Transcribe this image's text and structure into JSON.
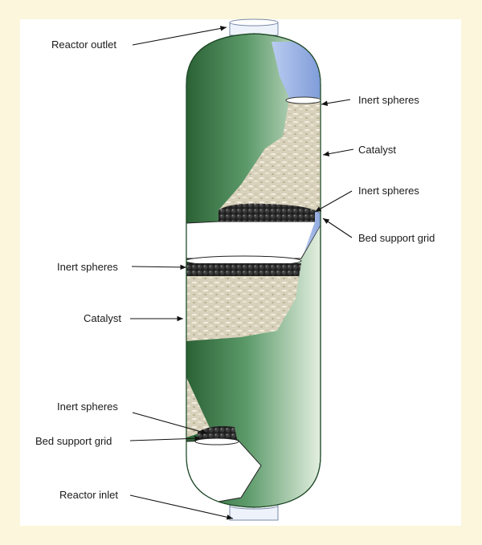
{
  "labels": {
    "reactor_outlet": "Reactor outlet",
    "inert_spheres_upper_top": "Inert spheres",
    "catalyst_upper": "Catalyst",
    "inert_spheres_upper_bottom": "Inert spheres",
    "bed_support_grid_upper": "Bed support grid",
    "inert_spheres_lower_top": "Inert spheres",
    "catalyst_lower": "Catalyst",
    "inert_spheres_lower_bottom": "Inert spheres",
    "bed_support_grid_lower": "Bed support grid",
    "reactor_inlet": "Reactor inlet"
  },
  "colors": {
    "background": "#fbf6dc",
    "panel": "#ffffff",
    "vessel_dark_green": "#2f6b3a",
    "vessel_light_green": "#dcebd9",
    "grid_blue": "#8fa9e0",
    "catalyst_fill": "#d9d2bd",
    "inert_spheres": "#2a2a2a"
  }
}
